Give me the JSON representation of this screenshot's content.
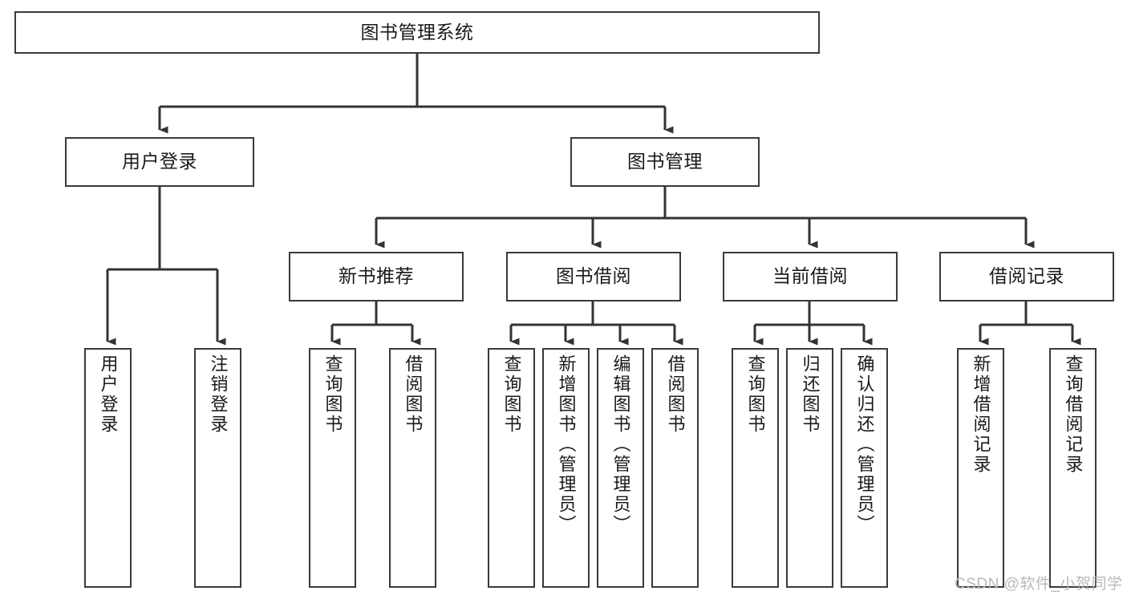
{
  "diagram": {
    "title": "图书管理系统",
    "type": "hierarchy-tree",
    "watermark": "CSDN @软件_小贺同学",
    "colors": {
      "box_border": "#3a3a3a",
      "box_fill": "#ffffff",
      "connector": "#333333",
      "text": "#1a1a1a",
      "watermark": "#b9b9b9",
      "background": "#ffffff"
    },
    "levels": {
      "root": {
        "label": "图书管理系统"
      },
      "level2": [
        {
          "label": "用户登录"
        },
        {
          "label": "图书管理"
        }
      ],
      "level3": [
        {
          "label": "新书推荐",
          "parent": "图书管理"
        },
        {
          "label": "图书借阅",
          "parent": "图书管理"
        },
        {
          "label": "当前借阅",
          "parent": "图书管理"
        },
        {
          "label": "借阅记录",
          "parent": "图书管理"
        }
      ],
      "leaves": [
        {
          "label": "用户登录",
          "parent": "用户登录",
          "orientation": "vertical"
        },
        {
          "label": "注销登录",
          "parent": "用户登录",
          "orientation": "vertical"
        },
        {
          "label": "查询图书",
          "parent": "新书推荐",
          "orientation": "vertical"
        },
        {
          "label": "借阅图书",
          "parent": "新书推荐",
          "orientation": "vertical"
        },
        {
          "label": "查询图书",
          "parent": "图书借阅",
          "orientation": "vertical"
        },
        {
          "label": "新增图书（管理员）",
          "parent": "图书借阅",
          "orientation": "vertical"
        },
        {
          "label": "编辑图书（管理员）",
          "parent": "图书借阅",
          "orientation": "vertical"
        },
        {
          "label": "借阅图书",
          "parent": "图书借阅",
          "orientation": "vertical"
        },
        {
          "label": "查询图书",
          "parent": "当前借阅",
          "orientation": "vertical"
        },
        {
          "label": "归还图书",
          "parent": "当前借阅",
          "orientation": "vertical"
        },
        {
          "label": "确认归还（管理员）",
          "parent": "当前借阅",
          "orientation": "vertical"
        },
        {
          "label": "新增借阅记录",
          "parent": "借阅记录",
          "orientation": "vertical"
        },
        {
          "label": "查询借阅记录",
          "parent": "借阅记录",
          "orientation": "vertical"
        }
      ]
    }
  }
}
